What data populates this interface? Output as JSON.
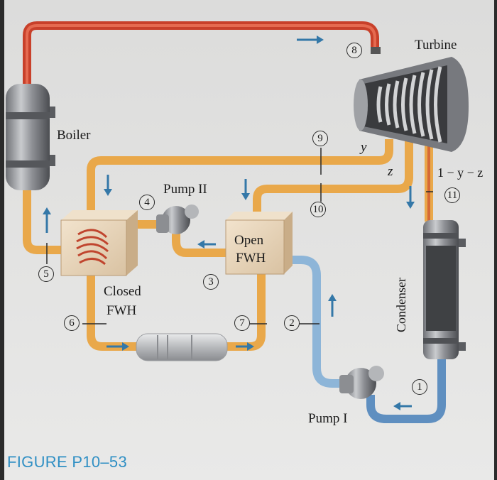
{
  "components": {
    "boiler": "Boiler",
    "turbine": "Turbine",
    "pump_2": "Pump II",
    "pump_1": "Pump I",
    "open_fwh_line1": "Open",
    "open_fwh_line2": "FWH",
    "closed_fwh_line1": "Closed",
    "closed_fwh_line2": "FWH",
    "condenser": "Condenser"
  },
  "streams": {
    "s1": "1",
    "s2": "2",
    "s3": "3",
    "s4": "4",
    "s5": "5",
    "s6": "6",
    "s7": "7",
    "s8": "8",
    "s9": "9",
    "s10": "10",
    "s11": "11"
  },
  "fractions": {
    "y": "y",
    "z": "z",
    "remainder": "1 − y − z"
  },
  "caption": "FIGURE P10–53",
  "colors": {
    "hot_pipe": "#c8402a",
    "warm_pipe": "#e9a84a",
    "cold_pipe": "#5f8fc0",
    "caption": "#2f8fc4"
  }
}
